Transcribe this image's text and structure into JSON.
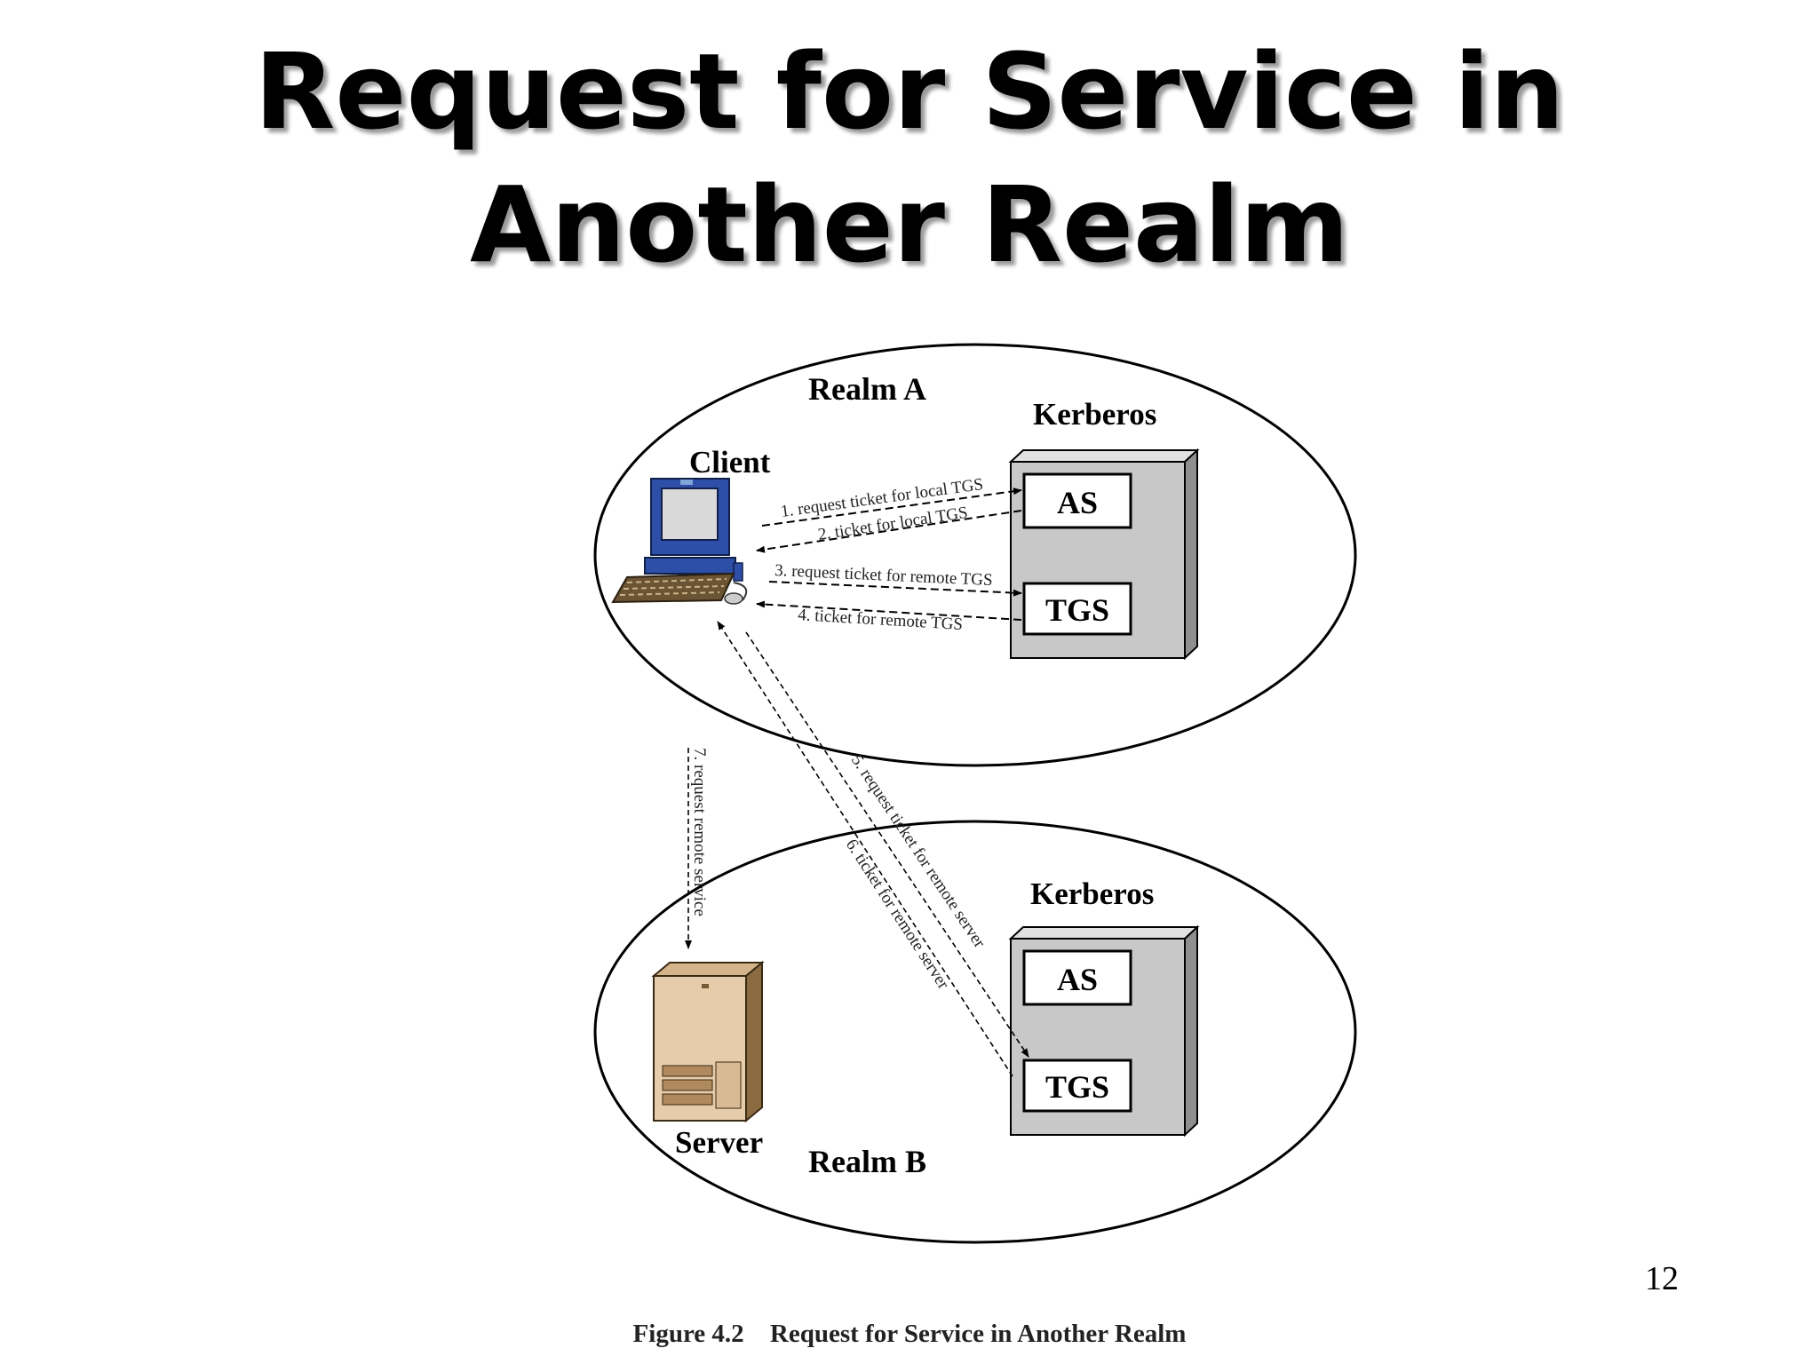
{
  "slide": {
    "title_line1": "Request for Service in",
    "title_line2": "Another Realm",
    "page_number": "12"
  },
  "diagram": {
    "realm_a": {
      "label": "Realm A",
      "client_label": "Client",
      "kerberos_label": "Kerberos",
      "as_label": "AS",
      "tgs_label": "TGS"
    },
    "realm_b": {
      "label": "Realm B",
      "server_label": "Server",
      "kerberos_label": "Kerberos",
      "as_label": "AS",
      "tgs_label": "TGS"
    },
    "messages": {
      "m1": "1. request ticket for local TGS",
      "m2": "2. ticket for local TGS",
      "m3": "3. request ticket for remote TGS",
      "m4": "4. ticket for remote TGS",
      "m5": "5. request ticket for remote server",
      "m6": "6. ticket for remote server",
      "m7": "7. request remote service"
    }
  },
  "caption": {
    "figure_number": "Figure 4.2",
    "figure_title": "Request for Service in Another Realm"
  },
  "colors": {
    "kerberos_box": "#c8c8c8",
    "monitor": "#2e4fa8",
    "server_tower": "#e6ccaa"
  }
}
